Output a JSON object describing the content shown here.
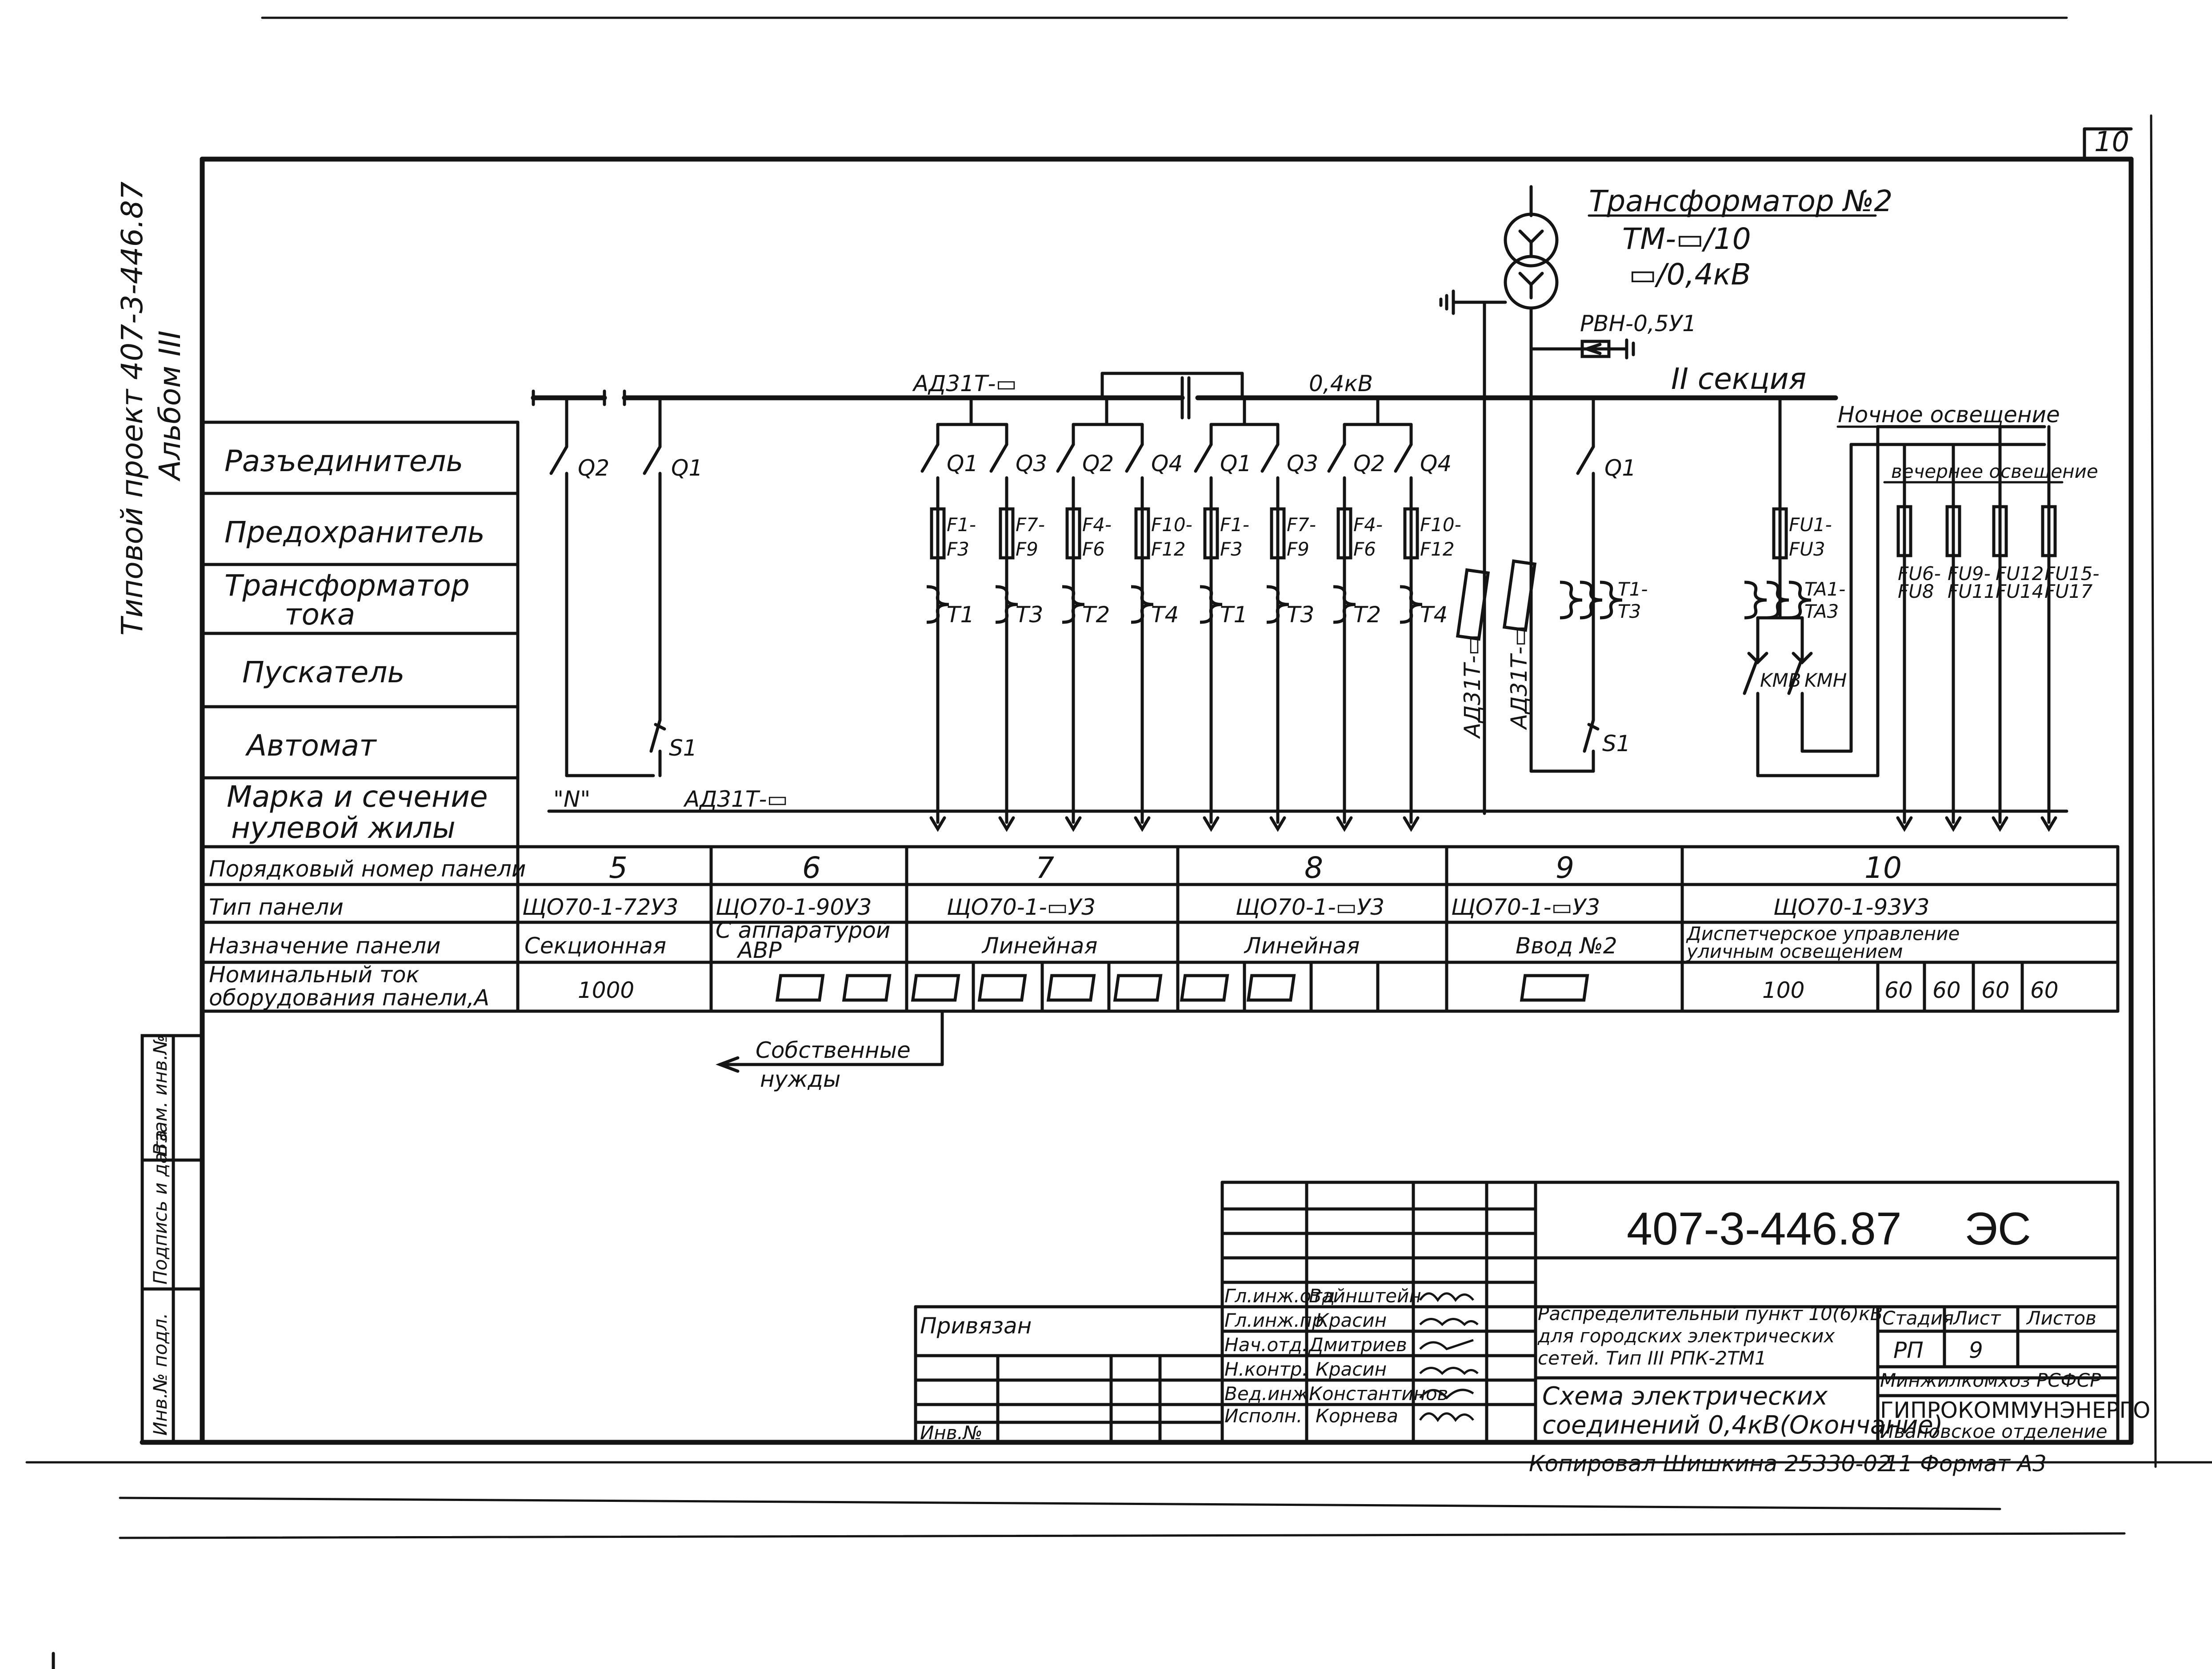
{
  "sheet": {
    "sheet_number": "10",
    "side_stamp": "Типовой проект 407-3-446.87",
    "album": "Альбом III"
  },
  "left_stamp": [
    "Инв.№ подл.",
    "Подпись и дата",
    "Взам. инв.№"
  ],
  "transformer": {
    "title": "Трансформатор №2",
    "model_hv": "ТМ-▭/10",
    "model_lv": "▭/0,4кВ",
    "arrester": "РВН-0,5У1"
  },
  "busbar": {
    "breaker_label": "АД31Т-▭",
    "voltage": "0,4кВ",
    "section": "II секция"
  },
  "row_labels": [
    "Разъединитель",
    "Предохранитель",
    "Трансформатор",
    "тока",
    "Пускатель",
    "Автомат",
    "Марка и сечение",
    "нулевой жилы"
  ],
  "zero_wire": {
    "name": "\"N\"",
    "cable": "АД31Т-▭"
  },
  "lighting": {
    "night": "Ночное освещение",
    "evening": "вечернее освещение"
  },
  "devices": {
    "disconnectors": [
      "Q2",
      "Q1",
      "Q1",
      "Q3",
      "Q2",
      "Q4",
      "Q1",
      "Q3",
      "Q2",
      "Q4",
      "Q1"
    ],
    "fuse_labels": [
      [
        "F1-",
        "F3"
      ],
      [
        "F7-",
        "F9"
      ],
      [
        "F4-",
        "F6"
      ],
      [
        "F10-",
        "F12"
      ],
      [
        "F1-",
        "F3"
      ],
      [
        "F7-",
        "F9"
      ],
      [
        "F4-",
        "F6"
      ],
      [
        "F10-",
        "F12"
      ],
      [
        "FU1-",
        "FU3"
      ]
    ],
    "ct_labels": [
      "T1",
      "T3",
      "T2",
      "T4",
      "T1",
      "T3",
      "T2",
      "T4"
    ],
    "ct_group_in": [
      "T1-",
      "T3"
    ],
    "ct_group_light": [
      "TA1-",
      "TA3"
    ],
    "riser_labels": [
      "АД31Т-▭",
      "АД31Т-▭"
    ],
    "breaker": "S1",
    "breaker_in": "S1",
    "contactors": [
      "KMB",
      "KMH"
    ],
    "light_fuses": [
      [
        "FU6-",
        "FU8"
      ],
      [
        "FU9-",
        "FU11"
      ],
      [
        "FU12",
        "FU14"
      ],
      [
        "FU15-",
        "FU17"
      ]
    ]
  },
  "table": {
    "headers": [
      "Порядковый номер панели",
      "Тип панели",
      "Назначение панели",
      "Номинальный ток",
      "оборудования панели,А"
    ],
    "numbers": [
      "5",
      "6",
      "7",
      "8",
      "9",
      "10"
    ],
    "types": [
      "ЩО70-1-72У3",
      "ЩО70-1-90У3",
      "ЩО70-1-▭У3",
      "ЩО70-1-▭У3",
      "ЩО70-1-▭У3",
      "ЩО70-1-93У3"
    ],
    "purposes": [
      "Секционная",
      "С аппаратурой",
      "АВР",
      "Линейная",
      "Линейная",
      "Ввод №2",
      "Диспетчерское управление",
      "уличным освещением"
    ],
    "currents": [
      "1000",
      "100",
      "60",
      "60",
      "60",
      "60"
    ]
  },
  "own_needs": [
    "Собственные",
    "нужды"
  ],
  "title_block": {
    "doc_code": "407-3-446.87",
    "doc_type": "ЭС",
    "tied": "Привязан",
    "inv": "Инв.№",
    "roles": [
      "Гл.инж.отд",
      "Гл.инж.пр",
      "Нач.отд.",
      "Н.контр.",
      "Вед.инж.",
      "Исполн."
    ],
    "names": [
      "Вайнштейн",
      "Красин",
      "Дмитриев",
      "Красин",
      "Константинов",
      "Корнева"
    ],
    "project_title": [
      "Распределительный пункт 10(6)кВ",
      "для городских электрических",
      "сетей. Тип III РПК-2ТМ1"
    ],
    "drawing_title": [
      "Схема электрических",
      "соединений 0,4кВ(Окончание)"
    ],
    "stage_header": "Стадия",
    "sheet_header": "Лист",
    "sheets_header": "Листов",
    "stage": "РП",
    "sheet": "9",
    "org": [
      "Минжилкомхоз РСФСР",
      "ГИПРОКОММУНЭНЕРГО",
      "Ивановское отделение"
    ]
  },
  "footer": {
    "copied": "Копировал Шишкина 25330-02",
    "format": "Формат А3",
    "mark": "11"
  }
}
